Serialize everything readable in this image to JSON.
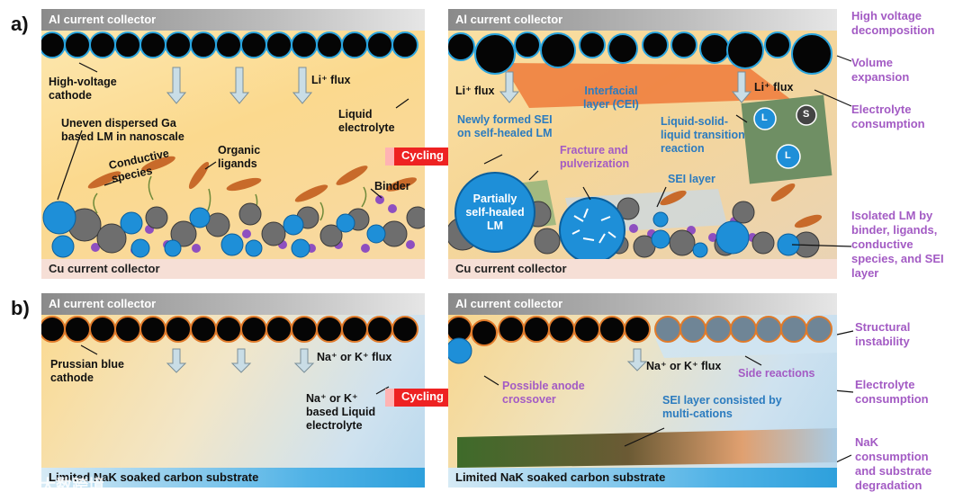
{
  "panel_a": {
    "letter": "a)",
    "left": {
      "top_collector": "Al current collector",
      "bottom_collector": "Cu current collector",
      "cathode": "High-voltage\ncathode",
      "li_flux": "Li⁺ flux",
      "liquid_electrolyte": "Liquid\nelectrolyte",
      "uneven_ga": "Uneven dispersed Ga\nbased LM in nanoscale",
      "conductive_species": "Conductive\nspecies",
      "organic_ligands": "Organic\nligands",
      "binder": "Binder"
    },
    "cycling": "Cycling",
    "right": {
      "top_collector": "Al current collector",
      "bottom_collector": "Cu current collector",
      "li_flux_left": "Li⁺ flux",
      "li_flux_right": "Li⁺ flux",
      "interfacial_layer": "Interfacial\nlayer (CEI)",
      "newly_formed_sei": "Newly formed SEI\non self-healed LM",
      "partially_self_healed": "Partially\nself-healed\nLM",
      "fracture": "Fracture and\npulverization",
      "lsl_transition": "Liquid-solid-\nliquid transition\nreaction",
      "sei_layer": "SEI layer",
      "inset_l1": "L",
      "inset_s": "S",
      "inset_l2": "L"
    },
    "side_notes": {
      "high_voltage": "High voltage\ndecomposition",
      "volume": "Volume\nexpansion",
      "electrolyte": "Electrolyte\nconsumption",
      "isolated": "Isolated LM by\nbinder, ligands,\nconductive\nspecies, and SEI\nlayer"
    }
  },
  "panel_b": {
    "letter": "b)",
    "left": {
      "top_collector": "Al current collector",
      "bottom_collector": "Limited NaK soaked carbon substrate",
      "cathode": "Prussian blue\ncathode",
      "flux": "Na⁺ or K⁺ flux",
      "electrolyte": "Na⁺ or K⁺\nbased Liquid\nelectrolyte"
    },
    "cycling": "Cycling",
    "right": {
      "top_collector": "Al current collector",
      "bottom_collector": "Limited NaK soaked carbon substrate",
      "flux": "Na⁺ or K⁺ flux",
      "crossover": "Possible anode\ncrossover",
      "side_reactions": "Side reactions",
      "sei": "SEI layer consisted by\nmulti-cations"
    },
    "side_notes": {
      "structural": "Structural\ninstability",
      "electrolyte": "Electrolyte\nconsumption",
      "nak": "NaK\nconsumption\nand substrate\ndegradation"
    }
  },
  "watermark": "大数跨境",
  "colors": {
    "label_blue": "#2b7bbf",
    "label_purple": "#a35bc4",
    "liquid_metal": "#1e8fd8",
    "carbon": "#6e6e6e",
    "binder": "#8e4fc0",
    "ligand": "#c86a2a",
    "cycling_arrow": "#ee2222"
  }
}
